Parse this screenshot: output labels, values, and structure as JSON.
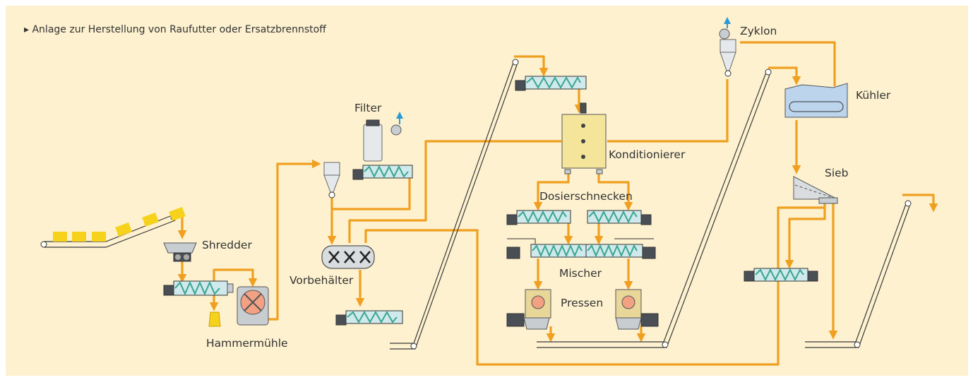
{
  "title": "▸ Anlage zur Herstellung von Raufutter oder Ersatzbrennstoff",
  "labels": {
    "shredder": "Shredder",
    "hammermuehle": "Hammermühle",
    "filter": "Filter",
    "vorbehaelter": "Vorbehälter",
    "konditionierer": "Konditionierer",
    "dosierschnecken": "Dosierschnecken",
    "mischer": "Mischer",
    "pressen": "Pressen",
    "zyklon": "Zyklon",
    "kuehler": "Kühler",
    "sieb": "Sieb"
  },
  "colors": {
    "background": "#fdf1cf",
    "pipe": "#f0a020",
    "screw_helix": "#3aa590",
    "screw_body": "#cfe9ec",
    "material": "#f6d21c",
    "air_arrow": "#2a9ad6",
    "hammer_rotor": "#f2a183",
    "conditioner": "#f5e59a",
    "press": "#e9d79a"
  }
}
